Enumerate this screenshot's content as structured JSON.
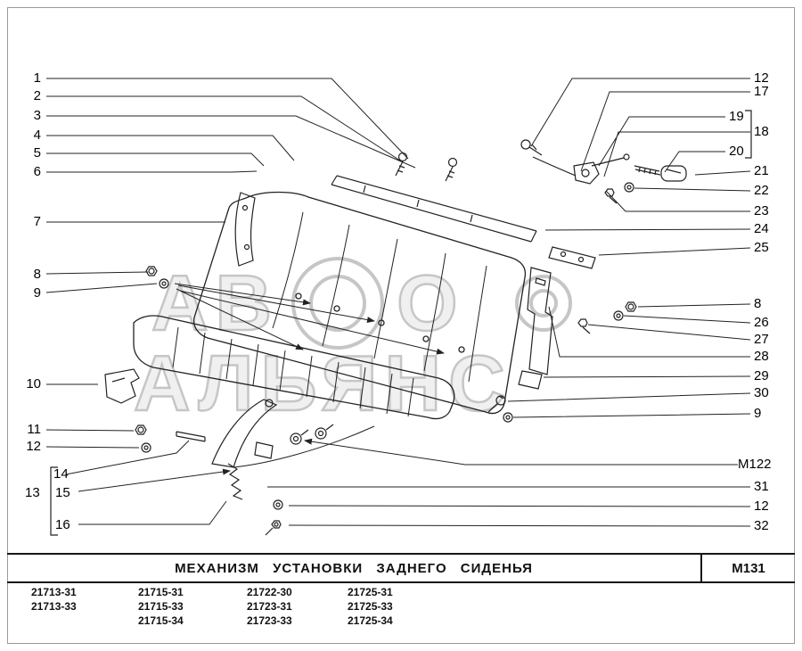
{
  "watermark": {
    "line1_left": "АВ",
    "line1_right": "О",
    "line2": "АЛЬЯНС"
  },
  "callouts": {
    "left": [
      "1",
      "2",
      "3",
      "4",
      "5",
      "6",
      "7",
      "8",
      "9",
      "10",
      "11",
      "12",
      "14",
      "13",
      "15",
      "16"
    ],
    "right": [
      "12",
      "17",
      "19",
      "18",
      "20",
      "21",
      "22",
      "23",
      "24",
      "25",
      "8",
      "26",
      "27",
      "28",
      "29",
      "30",
      "9",
      "M122",
      "31",
      "12",
      "32"
    ]
  },
  "title_block": {
    "title": "МЕХАНИЗМ УСТАНОВКИ ЗАДНЕГО СИДЕНЬЯ",
    "code": "M131"
  },
  "models": {
    "col1": [
      "21713-31",
      "21713-33"
    ],
    "col2": [
      "21715-31",
      "21715-33",
      "21715-34"
    ],
    "col3": [
      "21722-30",
      "21723-31",
      "21723-33"
    ],
    "col4": [
      "21725-31",
      "21725-33",
      "21725-34"
    ]
  }
}
